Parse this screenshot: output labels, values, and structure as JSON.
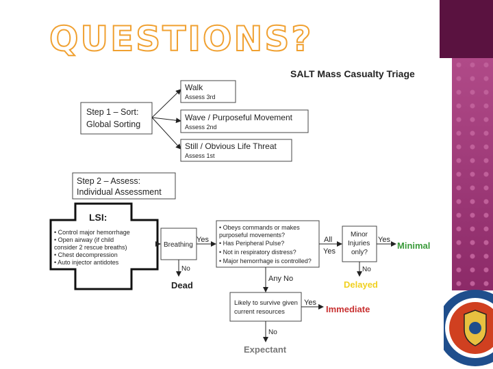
{
  "slide": {
    "title": "QUESTIONS?",
    "accent_color": "#5a1240",
    "title_outline_color": "#f0a030"
  },
  "diagram": {
    "title": "SALT Mass Casualty Triage",
    "step1": {
      "line1": "Step 1 – Sort:",
      "line2": "Global Sorting"
    },
    "sort_options": [
      {
        "label": "Walk",
        "sub": "Assess 3rd"
      },
      {
        "label": "Wave / Purposeful Movement",
        "sub": "Assess 2nd"
      },
      {
        "label": "Still / Obvious Life Threat",
        "sub": "Assess 1st"
      }
    ],
    "step2": {
      "line1": "Step 2 – Assess:",
      "line2": "Individual Assessment"
    },
    "lsi": {
      "title": "LSI:",
      "items": [
        "• Control major hemorrhage",
        "• Open airway (if child",
        "   consider 2 rescue breaths)",
        "• Chest decompression",
        "• Auto injector antidotes"
      ]
    },
    "breathing": "Breathing",
    "yes": "Yes",
    "no": "No",
    "dead": "Dead",
    "questions": [
      "• Obeys commands or makes",
      "   purposeful movements?",
      "• Has Peripheral Pulse?",
      "• Not in respiratory distress?",
      "• Major hemorrhage is controlled?"
    ],
    "all": "All",
    "any_no": "Any No",
    "minor": [
      "Minor",
      "Injuries",
      "only?"
    ],
    "minimal": "Minimal",
    "delayed": "Delayed",
    "survive": [
      "Likely to survive given",
      "current resources"
    ],
    "immediate": "Immediate",
    "expectant": "Expectant",
    "colors": {
      "minimal": "#3a9a3a",
      "delayed": "#f0d020",
      "immediate": "#c83030",
      "expectant": "#777777"
    }
  }
}
